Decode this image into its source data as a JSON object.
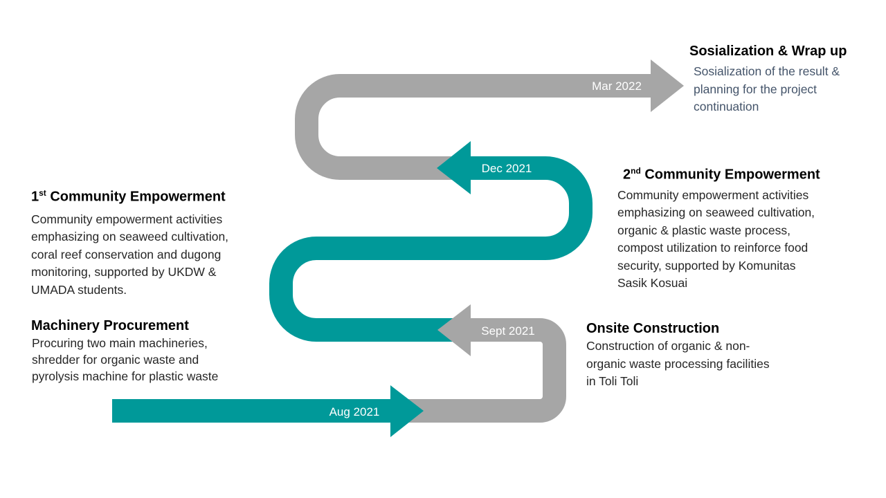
{
  "colors": {
    "teal": "#009999",
    "grey": "#a6a6a6",
    "text": "#262626",
    "slate": "#44546a"
  },
  "milestones": {
    "aug2021": {
      "date": "Aug 2021",
      "title": "Machinery Procurement",
      "description": "Procuring two main machineries,\nshredder for organic waste and\npyrolysis machine for plastic waste"
    },
    "sept2021": {
      "date": "Sept 2021",
      "title": "Onsite Construction",
      "description": "Construction of organic & non-\norganic waste processing facilities\nin Toli Toli"
    },
    "first_empowerment": {
      "title_num": "1",
      "title_sup": "st",
      "title_rest": " Community Empowerment",
      "description": "Community empowerment  activities\nemphasizing on seaweed cultivation,\ncoral reef conservation and dugong\nmonitoring, supported by UKDW &\nUMADA students."
    },
    "dec2021": {
      "date": "Dec 2021",
      "title_num": "2",
      "title_sup": "nd",
      "title_rest": " Community Empowerment",
      "description": "Community empowerment  activities\nemphasizing on seaweed cultivation,\norganic & plastic waste process,\ncompost utilization to reinforce food\nsecurity, supported by Komunitas\nSasik Kosuai"
    },
    "mar2022": {
      "date": "Mar 2022",
      "title": "Sosialization & Wrap up",
      "description": "Sosialization of the result &\nplanning for the project\ncontinuation"
    }
  }
}
